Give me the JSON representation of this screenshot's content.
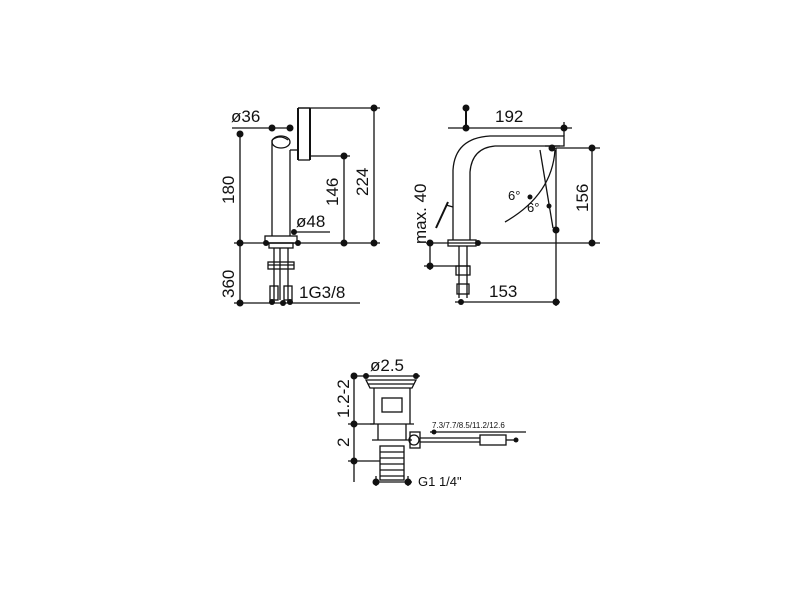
{
  "front_view": {
    "dia_top": "ø36",
    "height_body": "180",
    "height_spout": "146",
    "height_total": "224",
    "dia_base": "ø48",
    "hose_length": "360",
    "thread": "1G3/8"
  },
  "side_view": {
    "reach": "192",
    "spout_height": "156",
    "max_deck": "max. 40",
    "angle_a": "6°",
    "angle_b": "6°",
    "base_reach": "153"
  },
  "drain": {
    "dia": "ø2.5",
    "height_range": "1.2-2",
    "height": "2",
    "rod_sizes": "7.3/7.7/8.5/11.2/12.6",
    "thread": "G1 1/4\""
  }
}
